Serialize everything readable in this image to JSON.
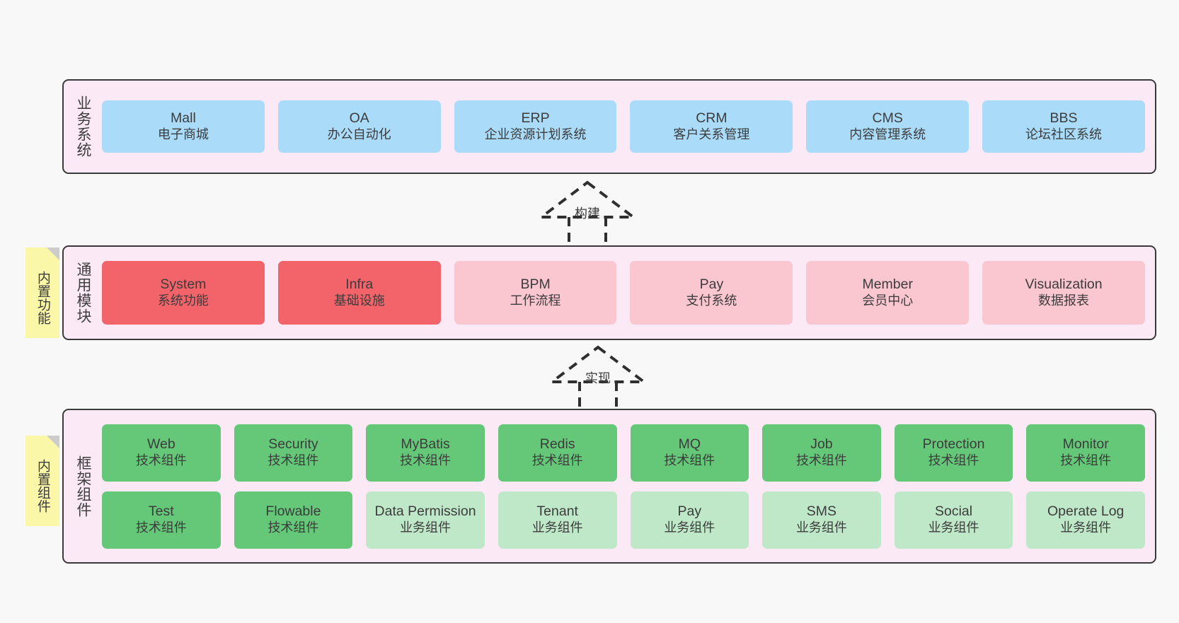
{
  "diagram": {
    "title": "",
    "background": "#f8f8f8",
    "colors": {
      "layer_fill": "#fbeaf5",
      "layer_border": "#3a3a3a",
      "business_card": "#aadcfa",
      "module_core": "#f2646a",
      "module_optional": "#fac6d0",
      "tech_component": "#64c878",
      "business_component": "#bfe8c8",
      "note_fill": "#fbf7a8",
      "note_fold": "#cccccc"
    }
  },
  "notes": [
    {
      "name": "builtin-function",
      "label": "内置功能"
    },
    {
      "name": "builtin-component",
      "label": "内置组件"
    }
  ],
  "connectors": [
    {
      "name": "build",
      "label": "构建"
    },
    {
      "name": "implement",
      "label": "实现"
    }
  ],
  "layers": [
    {
      "name": "business-system",
      "label": "业务系统",
      "rows": [
        {
          "cards": [
            {
              "title": "Mall",
              "subtitle": "电子商城",
              "style": "c-blue"
            },
            {
              "title": "OA",
              "subtitle": "办公自动化",
              "style": "c-blue"
            },
            {
              "title": "ERP",
              "subtitle": "企业资源计划系统",
              "style": "c-blue"
            },
            {
              "title": "CRM",
              "subtitle": "客户关系管理",
              "style": "c-blue"
            },
            {
              "title": "CMS",
              "subtitle": "内容管理系统",
              "style": "c-blue"
            },
            {
              "title": "BBS",
              "subtitle": "论坛社区系统",
              "style": "c-blue"
            }
          ]
        }
      ]
    },
    {
      "name": "common-module",
      "label": "通用模块",
      "rows": [
        {
          "cards": [
            {
              "title": "System",
              "subtitle": "系统功能",
              "style": "c-red"
            },
            {
              "title": "Infra",
              "subtitle": "基础设施",
              "style": "c-red"
            },
            {
              "title": "BPM",
              "subtitle": "工作流程",
              "style": "c-pink"
            },
            {
              "title": "Pay",
              "subtitle": "支付系统",
              "style": "c-pink"
            },
            {
              "title": "Member",
              "subtitle": "会员中心",
              "style": "c-pink"
            },
            {
              "title": "Visualization",
              "subtitle": "数据报表",
              "style": "c-pink"
            }
          ]
        }
      ]
    },
    {
      "name": "framework-component",
      "label": "框架组件",
      "rows": [
        {
          "cards": [
            {
              "title": "Web",
              "subtitle": "技术组件",
              "style": "c-green"
            },
            {
              "title": "Security",
              "subtitle": "技术组件",
              "style": "c-green"
            },
            {
              "title": "MyBatis",
              "subtitle": "技术组件",
              "style": "c-green"
            },
            {
              "title": "Redis",
              "subtitle": "技术组件",
              "style": "c-green"
            },
            {
              "title": "MQ",
              "subtitle": "技术组件",
              "style": "c-green"
            },
            {
              "title": "Job",
              "subtitle": "技术组件",
              "style": "c-green"
            },
            {
              "title": "Protection",
              "subtitle": "技术组件",
              "style": "c-green"
            },
            {
              "title": "Monitor",
              "subtitle": "技术组件",
              "style": "c-green"
            }
          ]
        },
        {
          "cards": [
            {
              "title": "Test",
              "subtitle": "技术组件",
              "style": "c-green"
            },
            {
              "title": "Flowable",
              "subtitle": "技术组件",
              "style": "c-green"
            },
            {
              "title": "Data Permission",
              "subtitle": "业务组件",
              "style": "c-lightgreen"
            },
            {
              "title": "Tenant",
              "subtitle": "业务组件",
              "style": "c-lightgreen"
            },
            {
              "title": "Pay",
              "subtitle": "业务组件",
              "style": "c-lightgreen"
            },
            {
              "title": "SMS",
              "subtitle": "业务组件",
              "style": "c-lightgreen"
            },
            {
              "title": "Social",
              "subtitle": "业务组件",
              "style": "c-lightgreen"
            },
            {
              "title": "Operate Log",
              "subtitle": "业务组件",
              "style": "c-lightgreen"
            }
          ]
        }
      ]
    }
  ]
}
